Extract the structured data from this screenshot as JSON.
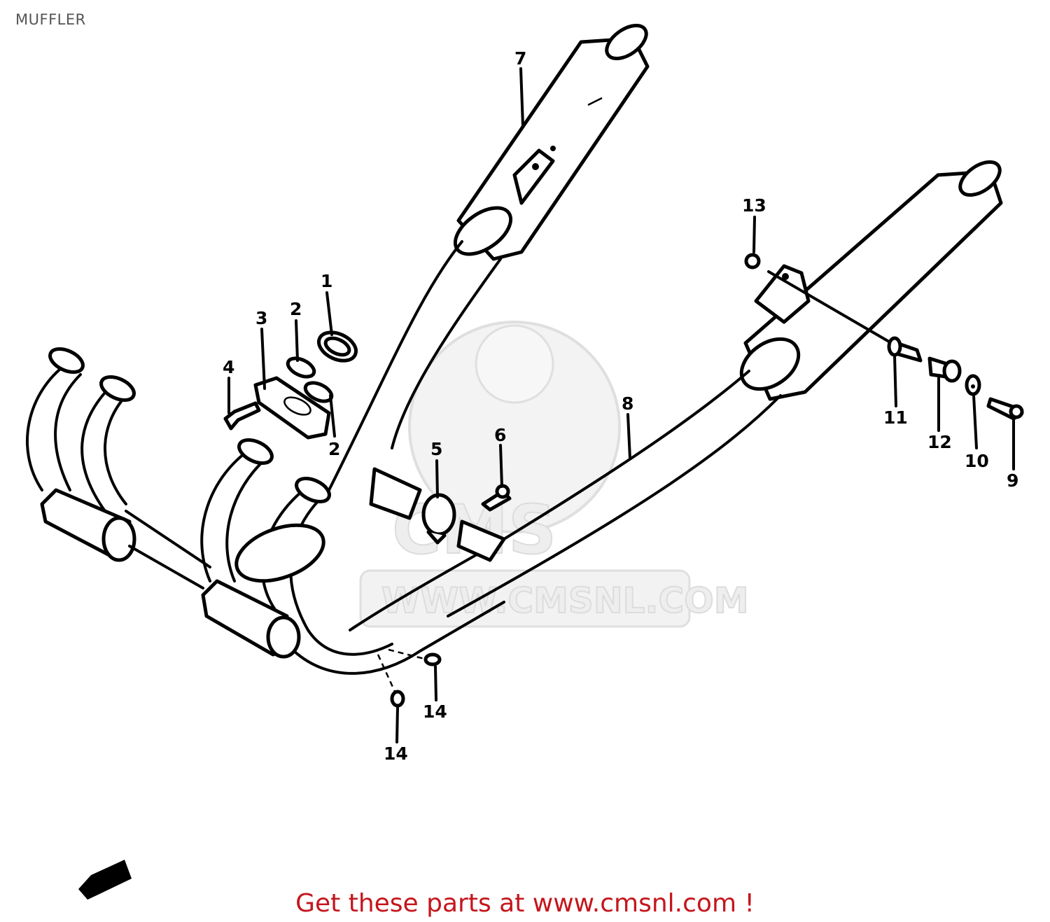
{
  "header": {
    "title": "MUFFLER"
  },
  "watermark": {
    "brand": "CMS",
    "url": "WWW.CMSNL.COM"
  },
  "callouts": {
    "p1": "1",
    "p2a": "2",
    "p2b": "2",
    "p3": "3",
    "p4": "4",
    "p5": "5",
    "p6": "6",
    "p7": "7",
    "p8": "8",
    "p9": "9",
    "p10": "10",
    "p11": "11",
    "p12": "12",
    "p13": "13",
    "p14a": "14",
    "p14b": "14"
  },
  "footer": {
    "text": "Get these parts at www.cmsnl.com !",
    "color": "#c4161c"
  },
  "icons": [
    "front-direction-arrow-icon"
  ]
}
